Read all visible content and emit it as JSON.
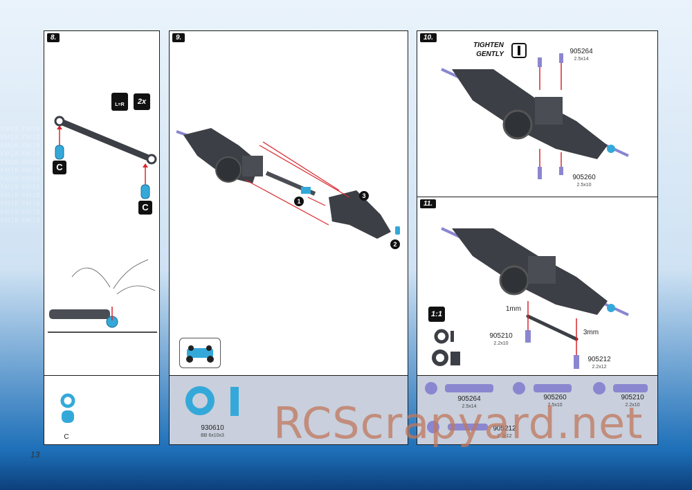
{
  "page_number": "13",
  "watermark": "RCScrapyard.net",
  "background_text": "XM18 XM18 XM18 XM18 XM18 XM18 XM18 XM18 XM18 XM18 XM18 XM18 XM18 XM18 XM18 XM18 XM18 XM18 XM18 XM18 XM18 XM18 XM18 XM18",
  "steps": {
    "s8": {
      "label": "8.",
      "badge_lr": "L=R",
      "badge_qty": "2x",
      "c_top": "C",
      "c_bottom": "C",
      "parts_label": "C"
    },
    "s9": {
      "label": "9.",
      "callouts": [
        "1",
        "2",
        "3"
      ],
      "part": {
        "code": "930610",
        "size": "BB 6x10x3"
      }
    },
    "s10": {
      "label": "10.",
      "tighten": [
        "TIGHTEN",
        "GENTLY"
      ],
      "screw_top": {
        "code": "905264",
        "size": "2.5x14"
      },
      "screw_bottom": {
        "code": "905260",
        "size": "2.5x10"
      }
    },
    "s11": {
      "label": "11.",
      "scale": "1:1",
      "spacer_1mm": "1mm",
      "spacer_3mm": "3mm",
      "screw_left": {
        "code": "905210",
        "size": "2.2x10"
      },
      "screw_right": {
        "code": "905212",
        "size": "2.2x12"
      }
    }
  },
  "parts_right": [
    {
      "code": "905264",
      "size": "2.5x14"
    },
    {
      "code": "905260",
      "size": "2.5x10"
    },
    {
      "code": "905210",
      "size": "2.2x10"
    },
    {
      "code": "905212",
      "size": "2.2x12"
    }
  ],
  "colors": {
    "part_blue": "#34a9d9",
    "screw_purple": "#8b86d0",
    "arrow_red": "#d9262c",
    "plastic_dark": "#3c3f45"
  }
}
